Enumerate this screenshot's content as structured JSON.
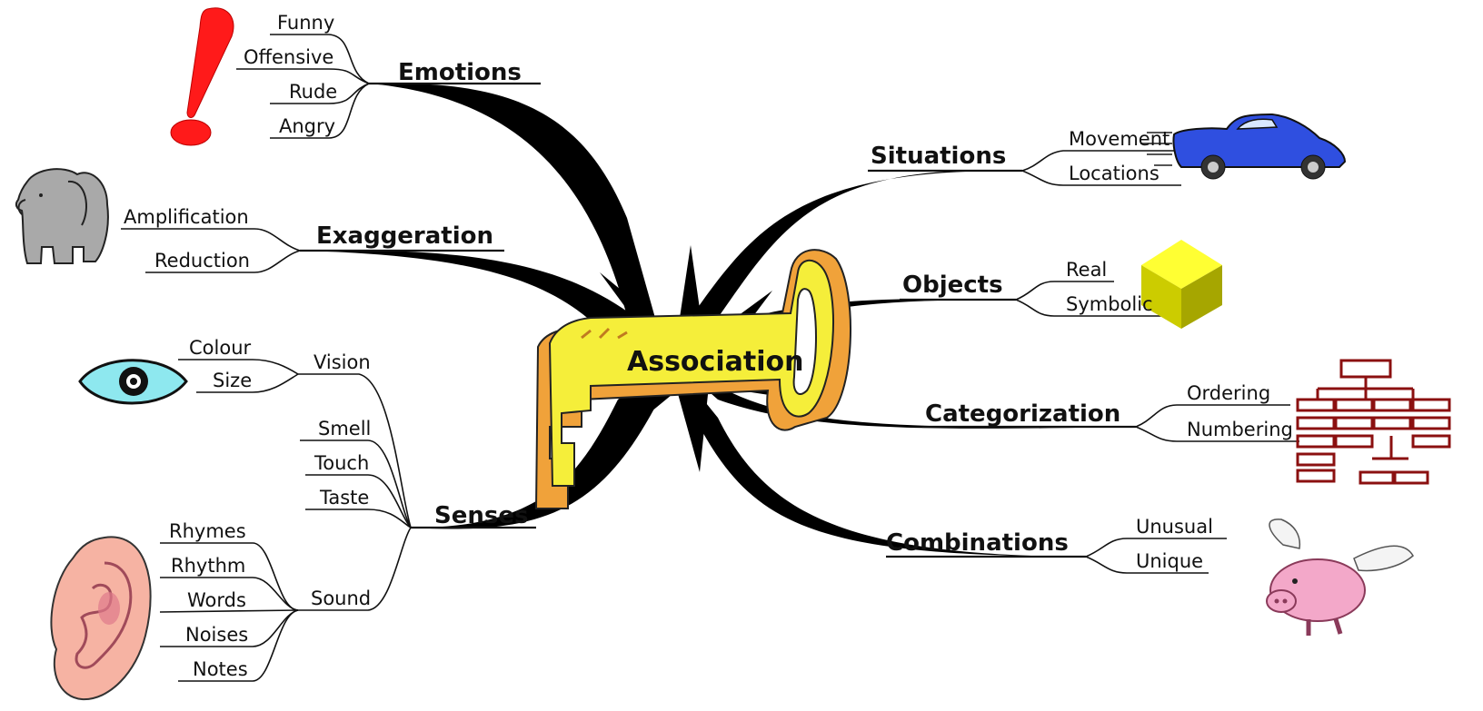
{
  "center": {
    "label": "Association",
    "icon": "key-icon"
  },
  "colors": {
    "key_fill": "#f5ee3a",
    "key_shade": "#f0a23a",
    "lines": "#000000"
  },
  "branches": [
    {
      "id": "emotions",
      "label": "Emotions",
      "icon": "exclamation-icon",
      "leaves": [
        "Funny",
        "Offensive",
        "Rude",
        "Angry"
      ]
    },
    {
      "id": "exaggeration",
      "label": "Exaggeration",
      "icon": "elephant-icon",
      "leaves": [
        "Amplification",
        "Reduction"
      ]
    },
    {
      "id": "senses",
      "label": "Senses",
      "subbranches": [
        {
          "label": "Vision",
          "icon": "eye-icon",
          "leaves": [
            "Colour",
            "Size"
          ]
        },
        {
          "label": "Sound",
          "icon": "ear-icon",
          "leaves": [
            "Rhymes",
            "Rhythm",
            "Words",
            "Noises",
            "Notes"
          ]
        }
      ],
      "leaves": [
        "Smell",
        "Touch",
        "Taste"
      ]
    },
    {
      "id": "situations",
      "label": "Situations",
      "icon": "car-icon",
      "leaves": [
        "Movement",
        "Locations"
      ]
    },
    {
      "id": "objects",
      "label": "Objects",
      "icon": "cube-icon",
      "leaves": [
        "Real",
        "Symbolic"
      ]
    },
    {
      "id": "categorization",
      "label": "Categorization",
      "icon": "org-chart-icon",
      "leaves": [
        "Ordering",
        "Numbering"
      ]
    },
    {
      "id": "combinations",
      "label": "Combinations",
      "icon": "flying-pig-icon",
      "leaves": [
        "Unusual",
        "Unique"
      ]
    }
  ]
}
